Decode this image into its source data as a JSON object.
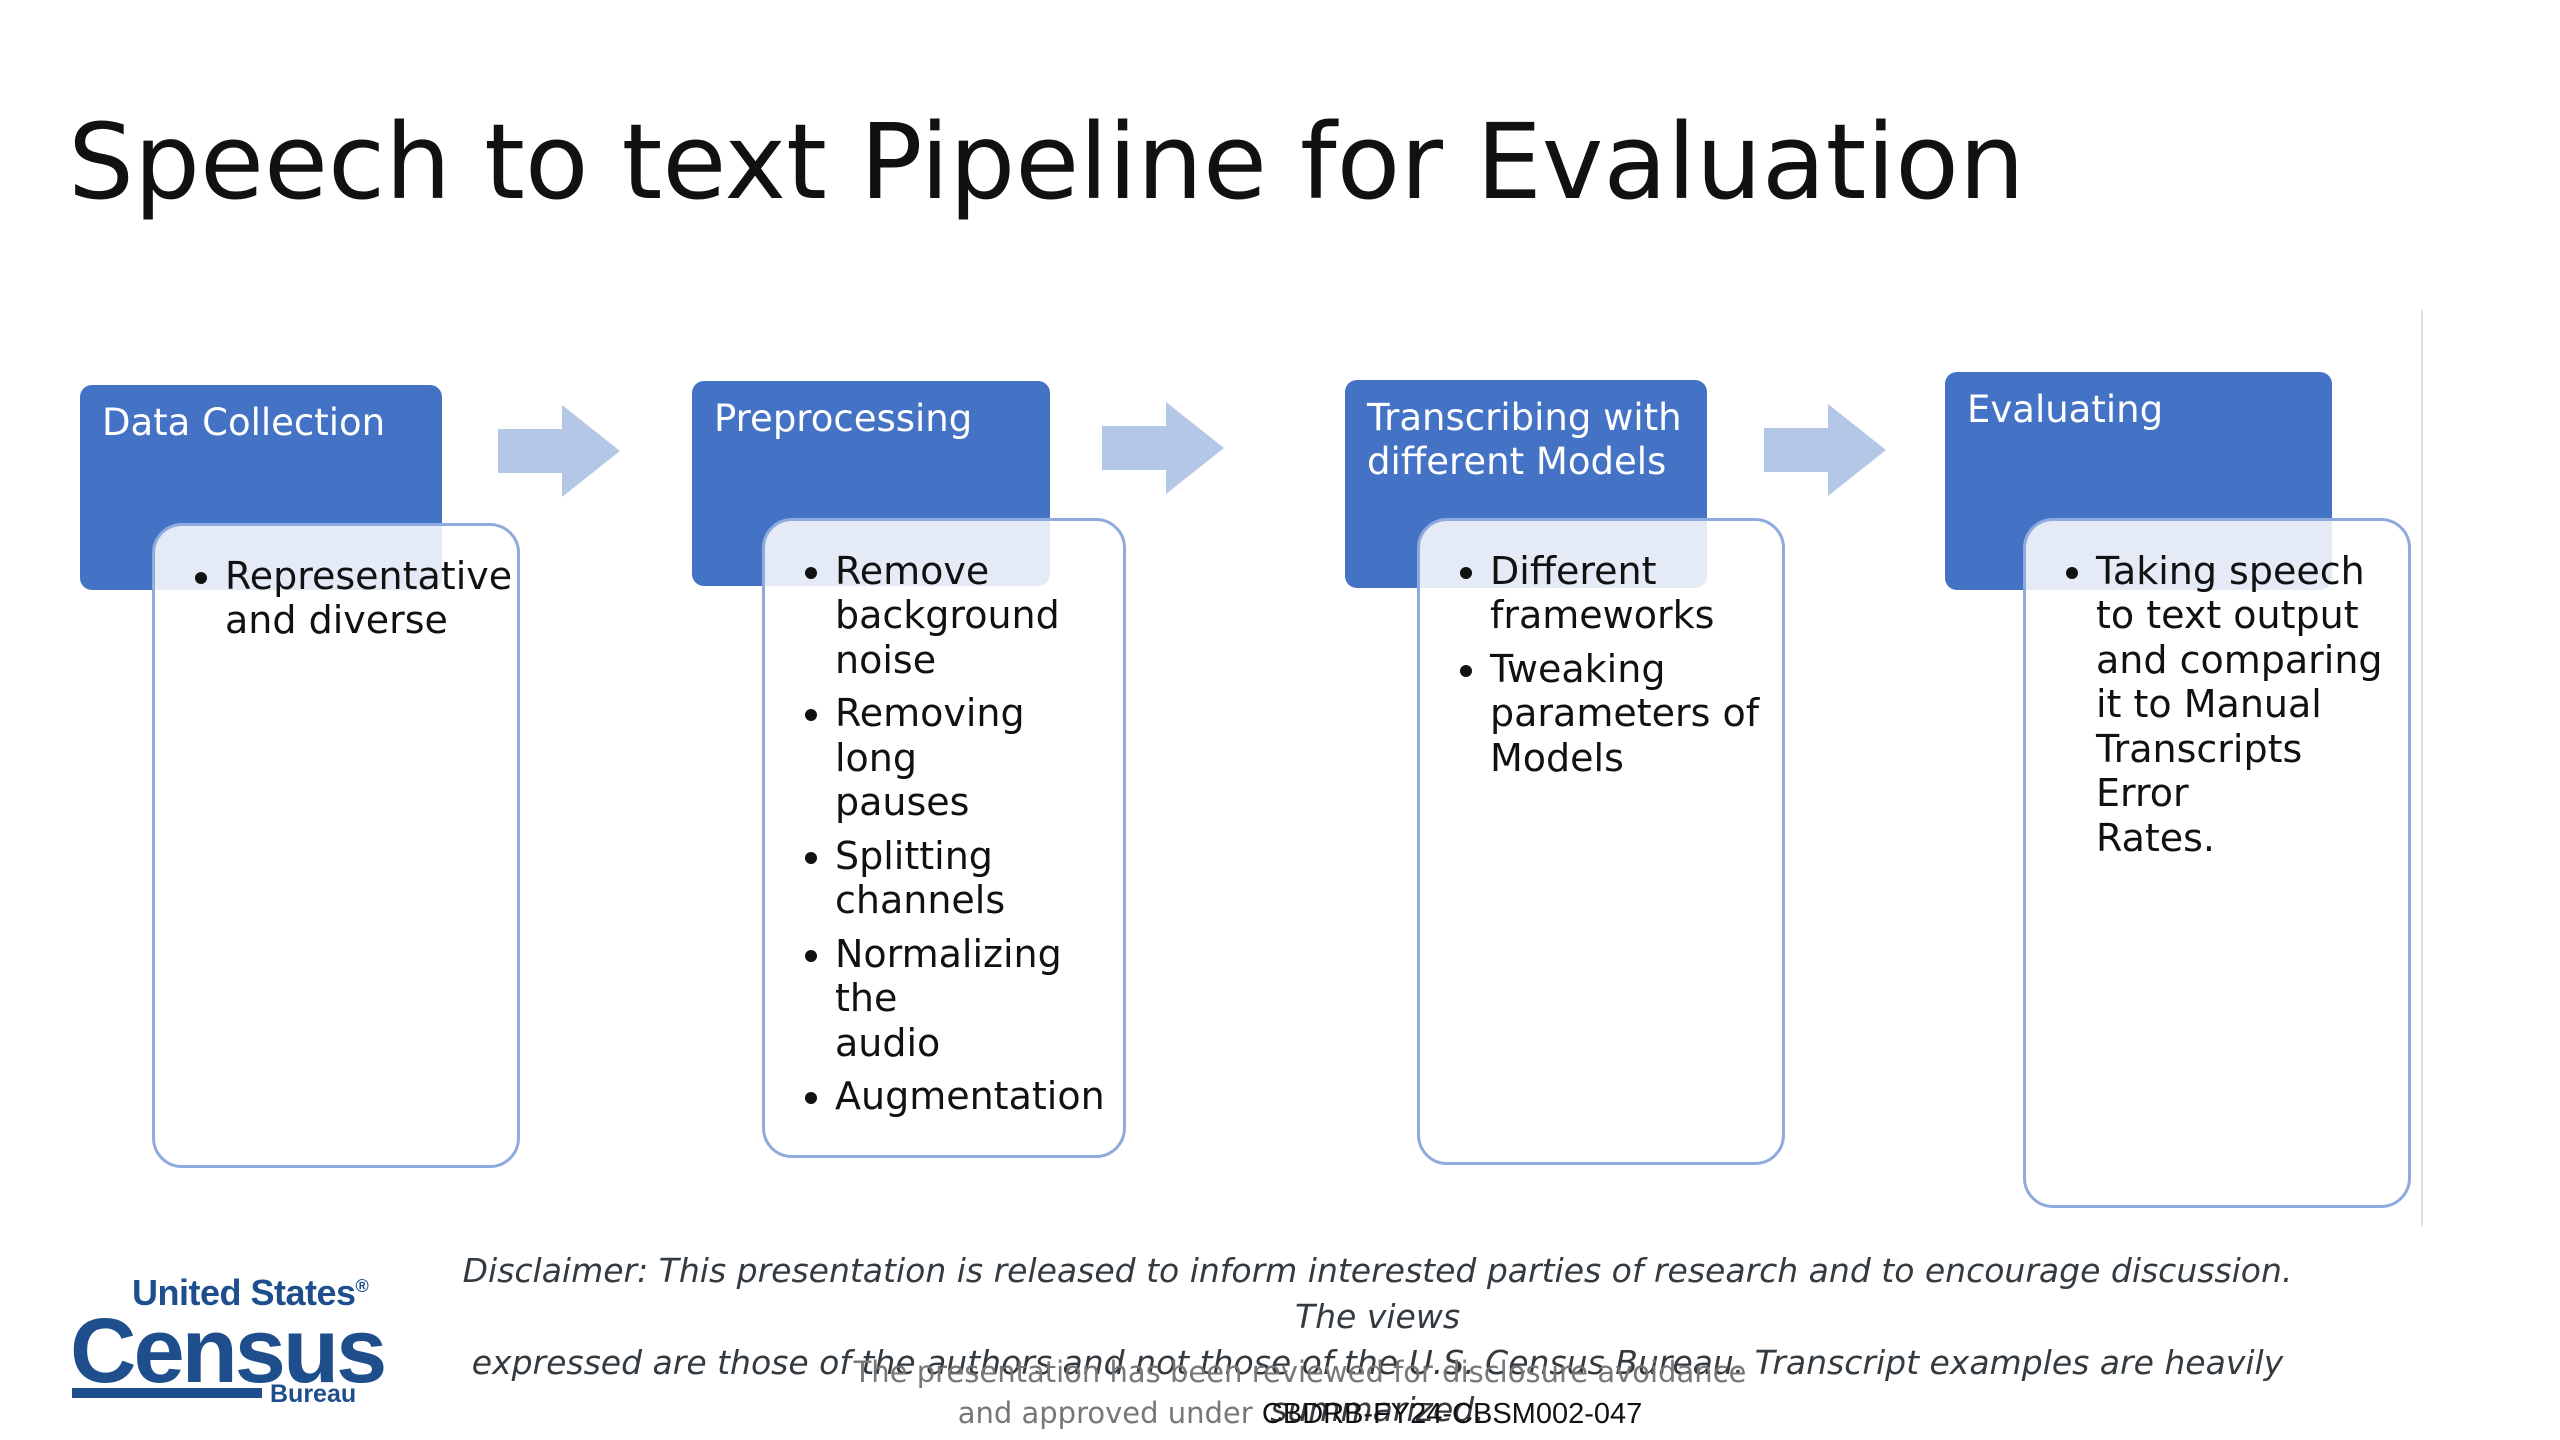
{
  "title": "Speech to text Pipeline for Evaluation",
  "colors": {
    "header_fill": "#4472c4",
    "box_border": "#8faadc",
    "arrow_fill": "#b4c7e7",
    "logo_blue": "#1f4e8c"
  },
  "stages": [
    {
      "header": [
        "Data Collection"
      ],
      "bullets": [
        [
          "Representative",
          "and diverse"
        ]
      ]
    },
    {
      "header": [
        "Preprocessing"
      ],
      "bullets": [
        [
          "Remove",
          "background",
          "noise"
        ],
        [
          "Removing long",
          "pauses"
        ],
        [
          "Splitting",
          "channels"
        ],
        [
          "Normalizing the",
          "audio"
        ],
        [
          "Augmentation"
        ]
      ]
    },
    {
      "header": [
        "Transcribing with",
        "different Models"
      ],
      "bullets": [
        [
          "Different",
          "frameworks"
        ],
        [
          "Tweaking",
          "parameters of",
          "Models"
        ]
      ]
    },
    {
      "header": [
        "Evaluating"
      ],
      "bullets": [
        [
          "Taking speech",
          "to text output",
          "and comparing",
          "it to Manual",
          "Transcripts Error",
          "Rates."
        ]
      ]
    }
  ],
  "footer": {
    "disclaimer_line1": "Disclaimer: This presentation is released to inform interested parties of research and to encourage discussion. The views",
    "disclaimer_line2": "expressed are those of the authors and not those of the U.S. Census Bureau. Transcript examples are heavily summarized.",
    "review_line1": "The presentation has been reviewed for disclosure avoidance",
    "review_prefix": "and approved under ",
    "approval_code": "CBDRB-FY24-CBSM002-047"
  },
  "logo": {
    "line1": "United States",
    "registered": "®",
    "line2": "Census",
    "line3": "Bureau"
  }
}
